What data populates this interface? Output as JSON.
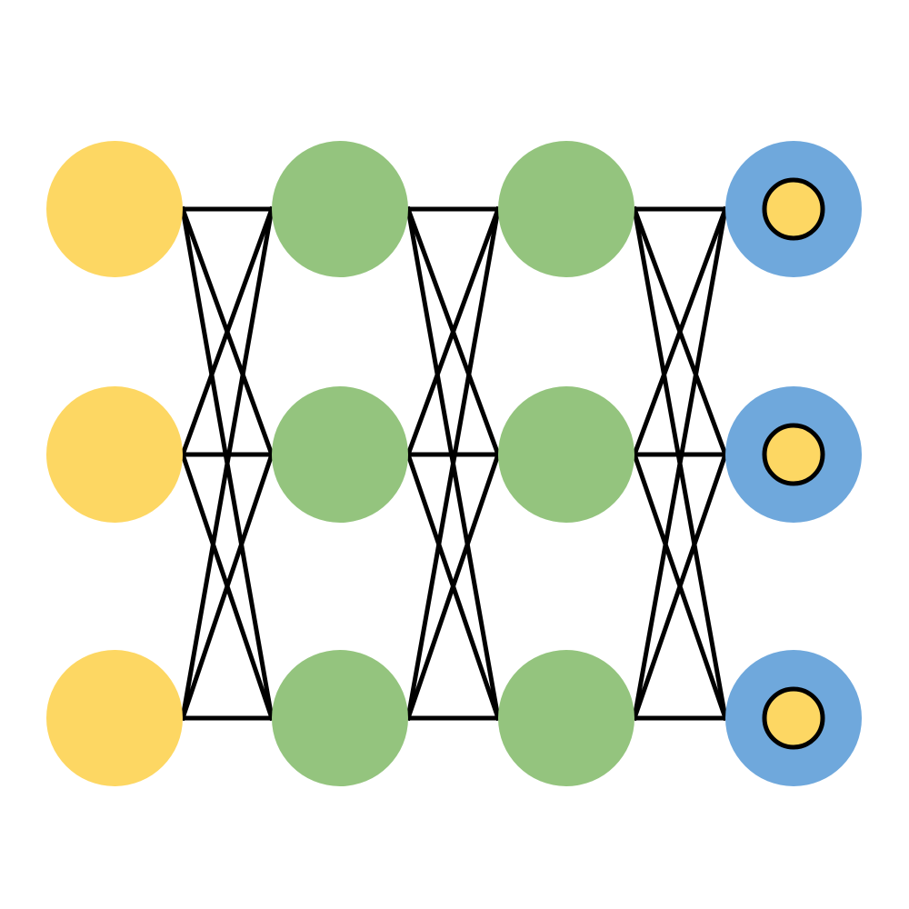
{
  "diagram": {
    "layers": [
      {
        "role": "input",
        "node_count": 3,
        "fill": "#FDD763",
        "inner_marker": false
      },
      {
        "role": "hidden",
        "node_count": 3,
        "fill": "#94C47E",
        "inner_marker": false
      },
      {
        "role": "hidden",
        "node_count": 3,
        "fill": "#94C47E",
        "inner_marker": false
      },
      {
        "role": "output",
        "node_count": 3,
        "fill": "#6FA8DC",
        "inner_marker": true
      }
    ],
    "connections": "fully-connected",
    "colors": {
      "edge": "#000000",
      "inner_marker_fill": "#FDD763",
      "inner_marker_stroke": "#000000",
      "background": "#FFFFFF"
    }
  }
}
